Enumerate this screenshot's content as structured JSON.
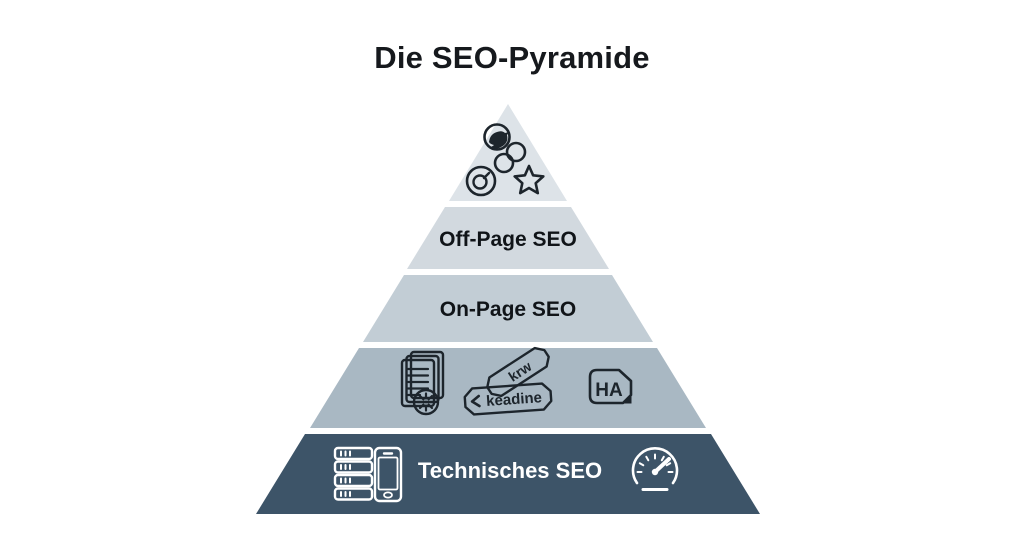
{
  "title": "Die SEO-Pyramide",
  "colors": {
    "background": "#ffffff",
    "title_text": "#16191d",
    "icon_stroke_dark": "#1d252c",
    "icon_stroke_light": "#ffffff",
    "label_dark": "#101418",
    "label_light": "#ffffff"
  },
  "pyramid": {
    "tiers": [
      {
        "name": "social-signals",
        "label": "",
        "color": "#dde3e8",
        "icons": [
          "twitter-icon",
          "chain-link-icon",
          "link-badge-icon",
          "star-icon"
        ]
      },
      {
        "name": "off-page-seo",
        "label": "Off-Page SEO",
        "color": "#d2d9df"
      },
      {
        "name": "on-page-seo",
        "label": "On-Page SEO",
        "color": "#c2cdd5"
      },
      {
        "name": "content-elements",
        "label": "",
        "color": "#a9b8c3",
        "icons": [
          "content-pages-icon",
          "keyword-tag-icon",
          "headline-tag-icon",
          "heading-badge-icon"
        ],
        "keyword_tag_label": "krw",
        "headline_tag_label": "keadine",
        "heading_badge_label": "HA"
      },
      {
        "name": "technical-seo",
        "label": "Technisches SEO",
        "color": "#3d5468",
        "icons": [
          "server-rack-icon",
          "smartphone-icon",
          "speedometer-icon"
        ]
      }
    ]
  }
}
